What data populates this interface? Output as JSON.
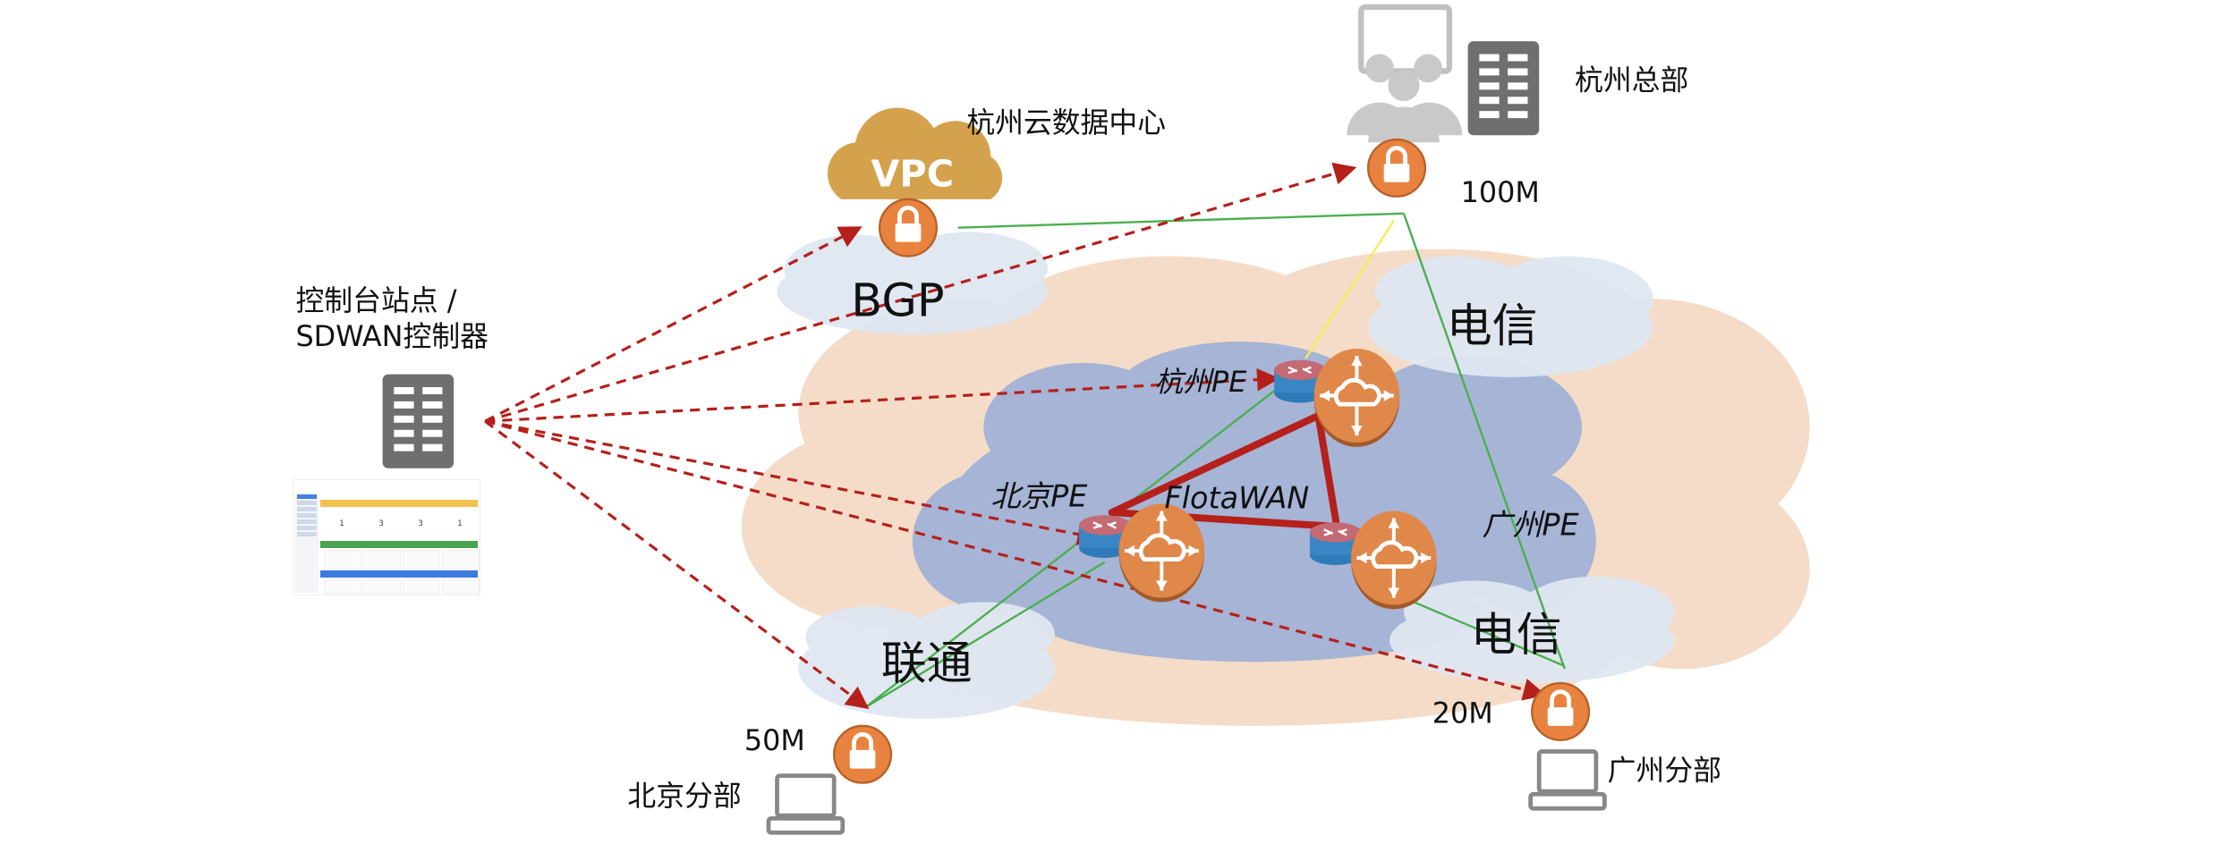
{
  "controller": {
    "label_line1": "控制台站点 /",
    "label_line2": "SDWAN控制器",
    "dashboard_counts": [
      "1",
      "3",
      "3",
      "1"
    ]
  },
  "cloud_dc": {
    "badge": "VPC",
    "label": "杭州云数据中心",
    "protocol": "BGP"
  },
  "hq": {
    "label": "杭州总部",
    "bandwidth": "100M"
  },
  "beijing_branch": {
    "label": "北京分部",
    "bandwidth": "50M"
  },
  "guangzhou_branch": {
    "label": "广州分部",
    "bandwidth": "20M"
  },
  "carriers": {
    "telecom_top": "电信",
    "telecom_bottom": "电信",
    "unicom": "联通"
  },
  "pe_nodes": {
    "hangzhou": "杭州PE",
    "beijing": "北京PE",
    "guangzhou": "广州PE"
  },
  "backbone": "FlotaWAN",
  "colors": {
    "lock": "#e8833f",
    "backbone": "#b5201b",
    "control_link": "#b5201b",
    "underlay_link": "#4caf50",
    "peach_cloud": "#f5dcc8",
    "blue_cloud": "#a6b4d6",
    "small_cloud": "#dfe7f2"
  }
}
